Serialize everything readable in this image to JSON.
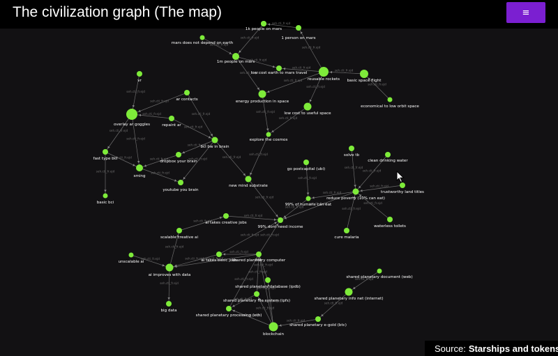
{
  "header": {
    "title": "The civilization graph (The map)",
    "menu_icon": "hamburger-menu-icon",
    "menu_glyph": "≡"
  },
  "source": {
    "prefix": "Source:",
    "name": "Starships and tokens"
  },
  "graph": {
    "node_color": "#7eeb3a",
    "edge_color": "#8a8a8a",
    "edge_label": "seh.cti_fr.ejd",
    "nodes": [
      {
        "id": "top-stub",
        "label": ""
      },
      {
        "id": "1k-mars",
        "label": "1k people on mars"
      },
      {
        "id": "1-mars",
        "label": "1 person on mars"
      },
      {
        "id": "mars-indep",
        "label": "mars does not depend on earth"
      },
      {
        "id": "1m-mars",
        "label": "1m people on mars"
      },
      {
        "id": "low-cost-mars",
        "label": "low cost earth to mars travel"
      },
      {
        "id": "reusable",
        "label": "reusable rockets"
      },
      {
        "id": "basic-space",
        "label": "basic space flight"
      },
      {
        "id": "econ-orbit",
        "label": "economical to low orbit space"
      },
      {
        "id": "energy-space",
        "label": "energy production in space"
      },
      {
        "id": "low-cost-space",
        "label": "low cost to useful space"
      },
      {
        "id": "explore",
        "label": "explore the cosmos"
      },
      {
        "id": "vr",
        "label": "vr"
      },
      {
        "id": "ar-contacts",
        "label": "ar contacts"
      },
      {
        "id": "overlay",
        "label": "overlay ar goggles"
      },
      {
        "id": "repaint",
        "label": "repaint ar"
      },
      {
        "id": "bci",
        "label": "bci bw in brain"
      },
      {
        "id": "fast-bci",
        "label": "fast type bci"
      },
      {
        "id": "dropbox",
        "label": "dropbox your brain"
      },
      {
        "id": "sming",
        "label": "sming"
      },
      {
        "id": "youtube",
        "label": "youtube you brain"
      },
      {
        "id": "basic-bci",
        "label": "basic bci"
      },
      {
        "id": "new-mind",
        "label": "new mind substrate"
      },
      {
        "id": "postcapital",
        "label": "go postcapital (ubi)"
      },
      {
        "id": "solve-tb",
        "label": "solve tb"
      },
      {
        "id": "clean-water",
        "label": "clean drinking water"
      },
      {
        "id": "land-titles",
        "label": "trustworthy land titles"
      },
      {
        "id": "reduce-poverty",
        "label": "reduce poverty (10% can eat)"
      },
      {
        "id": "99-eat",
        "label": "99% of humans can eat"
      },
      {
        "id": "99-income",
        "label": "99% dont need income"
      },
      {
        "id": "ai-creative",
        "label": "ai takes creative jobs"
      },
      {
        "id": "waterless",
        "label": "waterless toilets"
      },
      {
        "id": "malaria",
        "label": "cure malaria"
      },
      {
        "id": "scalable-ai",
        "label": "scalable creative ai"
      },
      {
        "id": "unscalable-ai",
        "label": "unscalable ai"
      },
      {
        "id": "ai-basic",
        "label": "ai takes basic jobs"
      },
      {
        "id": "ai-data",
        "label": "ai improves with data"
      },
      {
        "id": "shared-computer",
        "label": "shared planetary computer"
      },
      {
        "id": "shared-doc",
        "label": "shared planetary document (web)"
      },
      {
        "id": "shared-db",
        "label": "shared planetary database (ipdb)"
      },
      {
        "id": "shared-info",
        "label": "shared planetary info net (internet)"
      },
      {
        "id": "shared-fs",
        "label": "shared planetary file system (ipfs)"
      },
      {
        "id": "big-data",
        "label": "big data"
      },
      {
        "id": "shared-proc",
        "label": "shared planetary processing (eth)"
      },
      {
        "id": "e-gold",
        "label": "shared planetary e-gold (btc)"
      },
      {
        "id": "blockchain",
        "label": "blockchain"
      }
    ],
    "edges": [
      [
        "mars-indep",
        "1m-mars"
      ],
      [
        "1k-mars",
        "1m-mars"
      ],
      [
        "1-mars",
        "1k-mars"
      ],
      [
        "1m-mars",
        "low-cost-mars"
      ],
      [
        "reusable",
        "low-cost-mars"
      ],
      [
        "reusable",
        "1-mars"
      ],
      [
        "basic-space",
        "reusable"
      ],
      [
        "econ-orbit",
        "basic-space"
      ],
      [
        "reusable",
        "low-cost-space"
      ],
      [
        "1m-mars",
        "energy-space"
      ],
      [
        "reusable",
        "energy-space"
      ],
      [
        "energy-space",
        "explore"
      ],
      [
        "low-cost-space",
        "explore"
      ],
      [
        "explore",
        "new-mind"
      ],
      [
        "new-mind",
        "99-income"
      ],
      [
        "vr",
        "overlay"
      ],
      [
        "ar-contacts",
        "overlay"
      ],
      [
        "repaint",
        "overlay"
      ],
      [
        "overlay",
        "fast-bci"
      ],
      [
        "overlay",
        "sming"
      ],
      [
        "ar-contacts",
        "bci"
      ],
      [
        "repaint",
        "bci"
      ],
      [
        "bci",
        "dropbox"
      ],
      [
        "dropbox",
        "sming"
      ],
      [
        "fast-bci",
        "sming"
      ],
      [
        "fast-bci",
        "basic-bci"
      ],
      [
        "sming",
        "youtube"
      ],
      [
        "bci",
        "youtube"
      ],
      [
        "bci",
        "new-mind"
      ],
      [
        "postcapital",
        "99-eat"
      ],
      [
        "solve-tb",
        "reduce-poverty"
      ],
      [
        "clean-water",
        "reduce-poverty"
      ],
      [
        "land-titles",
        "reduce-poverty"
      ],
      [
        "waterless",
        "reduce-poverty"
      ],
      [
        "malaria",
        "reduce-poverty"
      ],
      [
        "reduce-poverty",
        "99-eat"
      ],
      [
        "99-eat",
        "99-income"
      ],
      [
        "reduce-poverty",
        "99-income"
      ],
      [
        "ai-creative",
        "99-income"
      ],
      [
        "scalable-ai",
        "ai-creative"
      ],
      [
        "ai-data",
        "scalable-ai"
      ],
      [
        "unscalable-ai",
        "ai-data"
      ],
      [
        "ai-basic",
        "ai-data"
      ],
      [
        "ai-basic",
        "99-income"
      ],
      [
        "ai-data",
        "big-data"
      ],
      [
        "shared-computer",
        "ai-basic"
      ],
      [
        "shared-computer",
        "99-income"
      ],
      [
        "shared-db",
        "shared-computer"
      ],
      [
        "shared-fs",
        "shared-computer"
      ],
      [
        "shared-proc",
        "shared-computer"
      ],
      [
        "shared-doc",
        "shared-info"
      ],
      [
        "shared-info",
        "e-gold"
      ],
      [
        "e-gold",
        "blockchain"
      ],
      [
        "blockchain",
        "shared-db"
      ],
      [
        "blockchain",
        "shared-fs"
      ],
      [
        "blockchain",
        "shared-proc"
      ],
      [
        "blockchain",
        "shared-computer"
      ],
      [
        "shared-fs",
        "shared-proc"
      ],
      [
        "shared-computer",
        "ai-data"
      ]
    ]
  }
}
